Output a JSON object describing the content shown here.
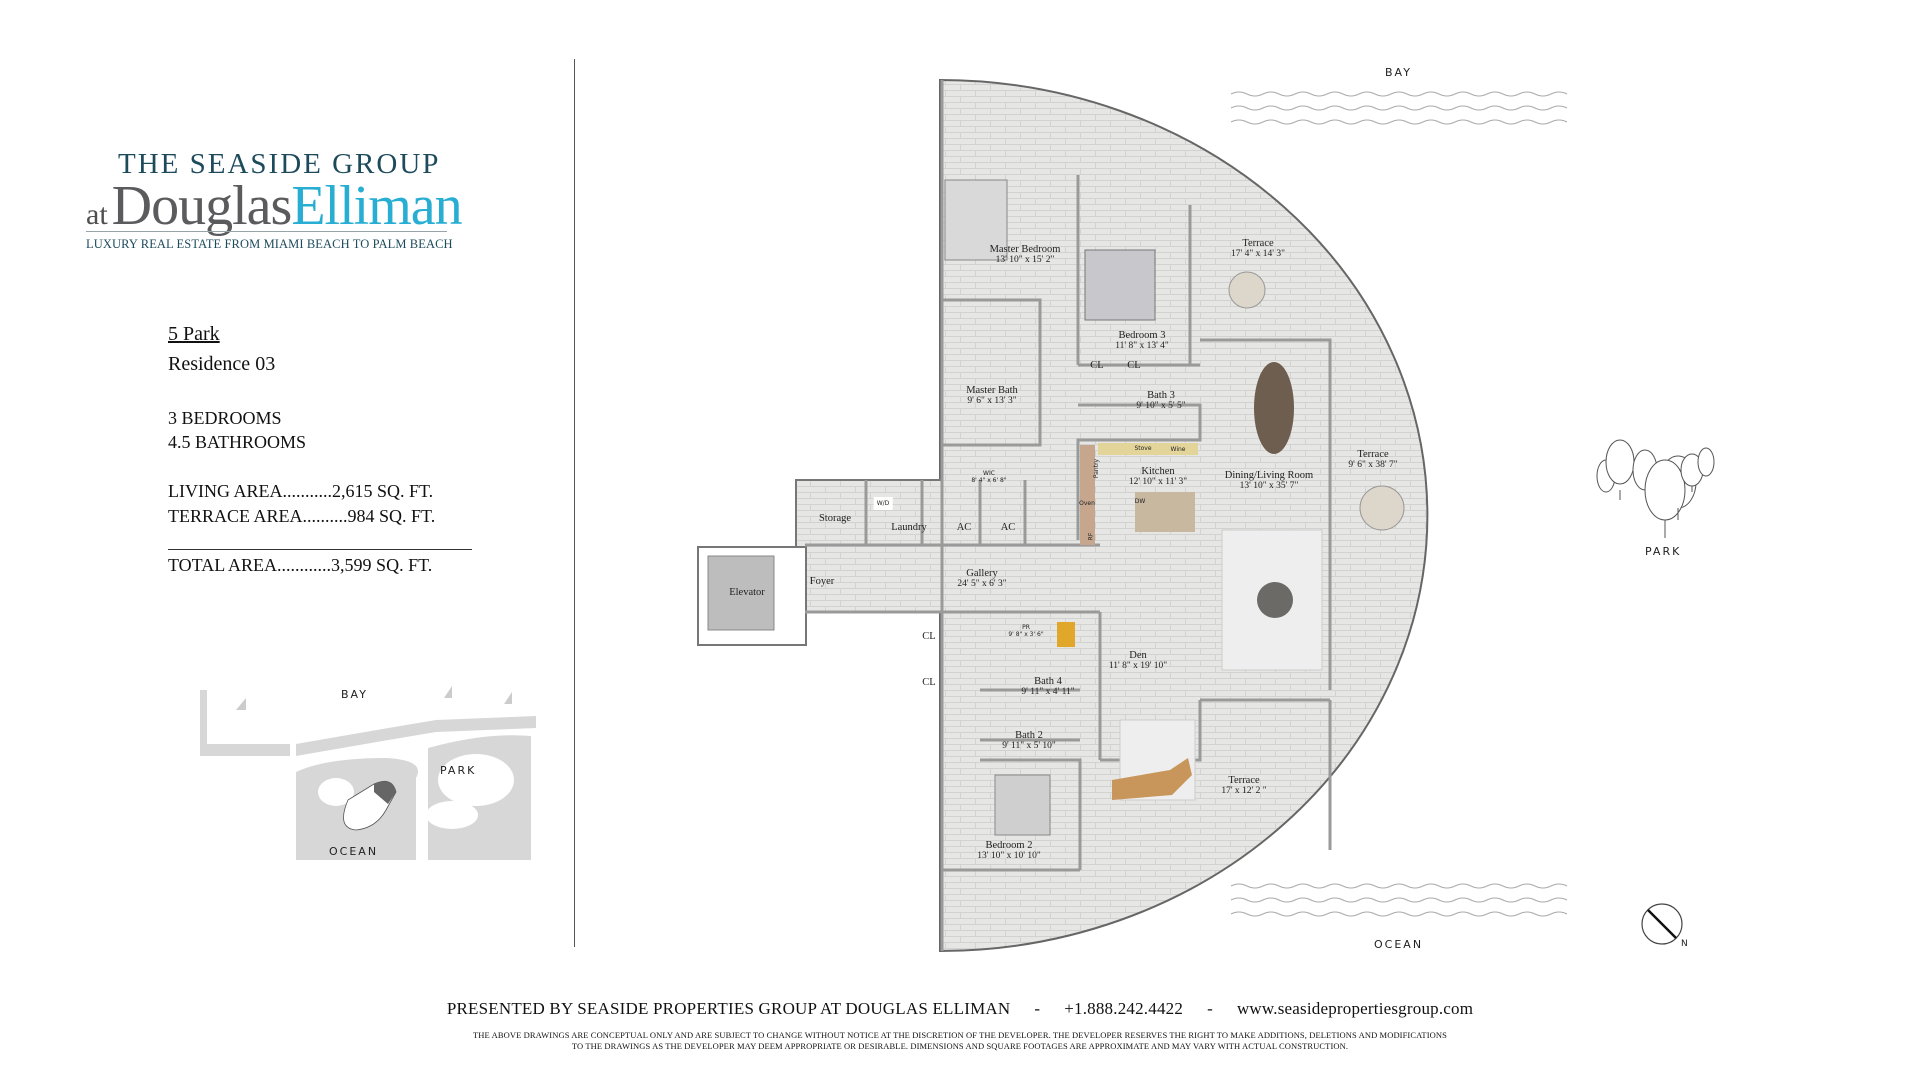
{
  "brand": {
    "line1": "THE SEASIDE GROUP",
    "at": "at",
    "douglas": "Douglas",
    "elliman": "Elliman",
    "tagline": "LUXURY REAL ESTATE FROM MIAMI BEACH TO PALM BEACH",
    "colors": {
      "navy": "#1d4b5c",
      "gray": "#5b5b5e",
      "cyan": "#27aed2"
    }
  },
  "residence": {
    "building": "5 Park",
    "unit": "Residence 03",
    "bedrooms": "3 BEDROOMS",
    "bathrooms": "4.5 BATHROOMS",
    "living_area": "LIVING AREA...........2,615 SQ. FT.",
    "terrace_area": "TERRACE AREA..........984 SQ. FT.",
    "total_area": "TOTAL AREA............3,599 SQ. FT."
  },
  "site_map": {
    "bay": "BAY",
    "park": "PARK",
    "ocean": "OCEAN"
  },
  "orientation": {
    "bay": "BAY",
    "ocean": "OCEAN",
    "park": "PARK",
    "north": "N"
  },
  "rooms": {
    "master_bedroom": {
      "name": "Master Bedroom",
      "dims": "13' 10\" x 15' 2\""
    },
    "bedroom3": {
      "name": "Bedroom 3",
      "dims": "11' 8\" x 13' 4\""
    },
    "terrace_north": {
      "name": "Terrace",
      "dims": "17' 4\" x 14' 3\""
    },
    "master_bath": {
      "name": "Master Bath",
      "dims": "9' 6\" x 13' 3\""
    },
    "bath3": {
      "name": "Bath 3",
      "dims": "9' 10\" x 5' 5\""
    },
    "wic": {
      "name": "WIC",
      "dims": "8' 4\" x 6' 8\""
    },
    "kitchen": {
      "name": "Kitchen",
      "dims": "12' 10\" x 11' 3\""
    },
    "dining_living": {
      "name": "Dining/Living Room",
      "dims": "13' 10\" x 35' 7\""
    },
    "terrace_east": {
      "name": "Terrace",
      "dims": "9' 6\" x 38' 7\""
    },
    "storage": {
      "name": "Storage"
    },
    "laundry": {
      "name": "Laundry"
    },
    "wd": {
      "name": "W/D"
    },
    "ac1": {
      "name": "AC"
    },
    "ac2": {
      "name": "AC"
    },
    "elevator": {
      "name": "Elevator"
    },
    "foyer": {
      "name": "Foyer"
    },
    "gallery": {
      "name": "Gallery",
      "dims": "24' 5\" x 6' 3\""
    },
    "pr": {
      "name": "PR",
      "dims": "9' 8\" x 3' 6\""
    },
    "cl1": {
      "name": "CL"
    },
    "cl2": {
      "name": "CL"
    },
    "cl3": {
      "name": "CL"
    },
    "cl4": {
      "name": "CL"
    },
    "den": {
      "name": "Den",
      "dims": "11' 8\" x 19' 10\""
    },
    "bath4": {
      "name": "Bath 4",
      "dims": "9' 11\" x 4' 11\""
    },
    "bath2": {
      "name": "Bath 2",
      "dims": "9' 11\" x 5' 10\""
    },
    "terrace_south": {
      "name": "Terrace",
      "dims": "17' x 12' 2 \""
    },
    "bedroom2": {
      "name": "Bedroom 2",
      "dims": "13' 10\" x 10' 10\""
    },
    "stove": "Stove",
    "wine": "Wine",
    "pantry": "Pantry",
    "oven": "Oven",
    "rf": "RF",
    "dw": "DW"
  },
  "footer": {
    "presented": "PRESENTED BY SEASIDE PROPERTIES GROUP AT DOUGLAS ELLIMAN",
    "dash": "-",
    "phone": "+1.888.242.4422",
    "website": "www.seasidepropertiesgroup.com",
    "disclaimer1": "THE ABOVE DRAWINGS ARE CONCEPTUAL ONLY AND ARE SUBJECT TO CHANGE WITHOUT NOTICE AT THE DISCRETION OF THE DEVELOPER. THE DEVELOPER RESERVES THE RIGHT TO MAKE ADDITIONS, DELETIONS AND MODIFICATIONS",
    "disclaimer2": "TO THE DRAWINGS AS THE DEVELOPER MAY DEEM APPROPRIATE OR DESIRABLE. DIMENSIONS AND SQUARE FOOTAGES ARE APPROXIMATE AND MAY VARY WITH ACTUAL CONSTRUCTION."
  }
}
